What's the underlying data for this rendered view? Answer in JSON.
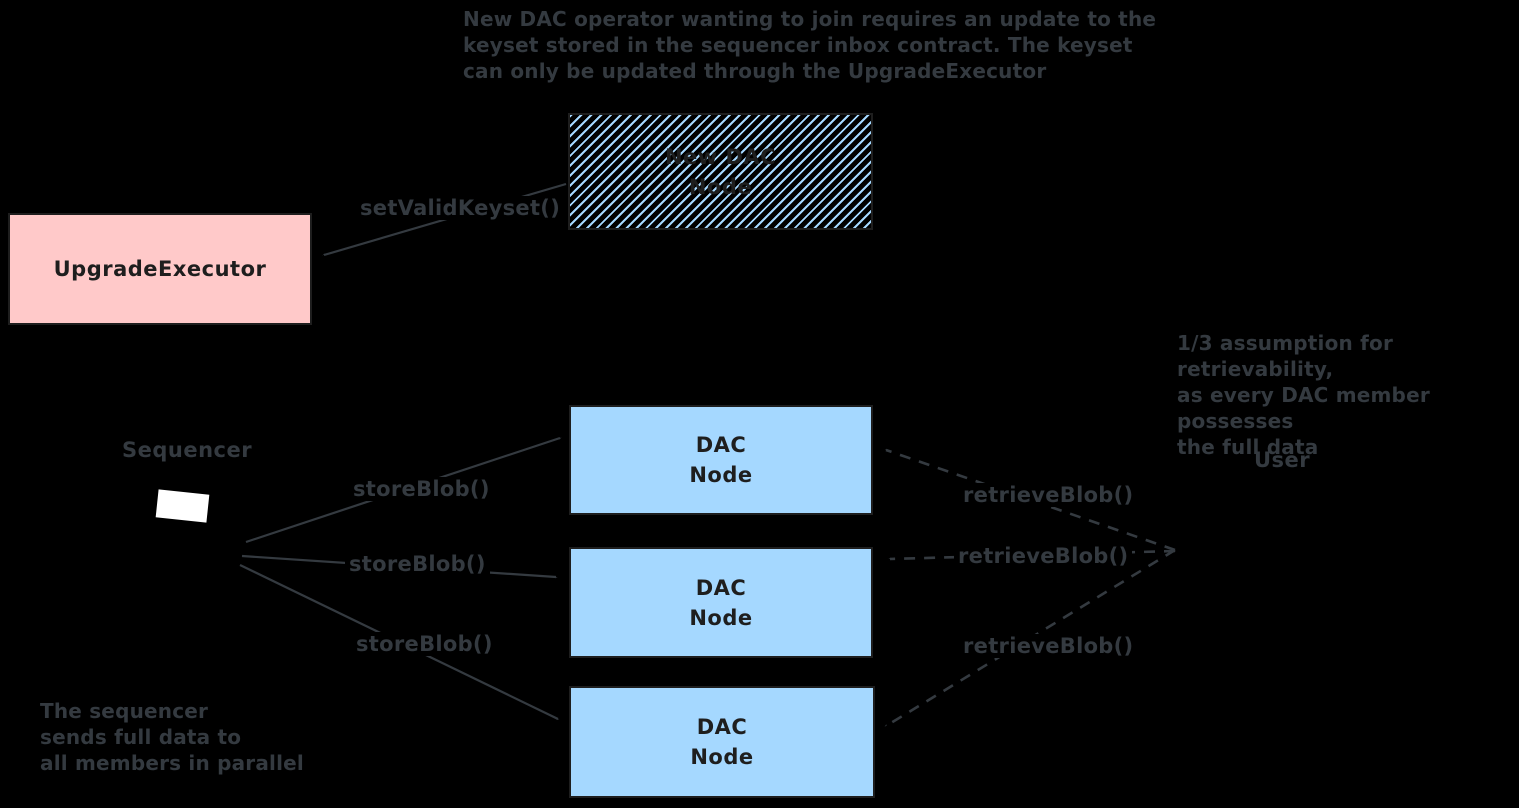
{
  "colors": {
    "background": "#000000",
    "ink": "#343a40",
    "box_stroke": "#1e1e1e",
    "pink_fill": "#ffc9c9",
    "blue_fill": "#a5d8ff",
    "white_fill": "#ffffff"
  },
  "notes": {
    "top": "New DAC operator wanting to join requires an update to the\nkeyset stored in the sequencer inbox contract. The keyset\ncan only be updated through the UpgradeExecutor",
    "assumption": "1/3 assumption for retrievability,\nas every DAC member possesses\nthe full data",
    "sequencer": "The sequencer\nsends full data to\nall members in parallel"
  },
  "nodes": {
    "new_dac_node": {
      "label": "New DAC\nNode"
    },
    "upgrade_executor": {
      "label": "UpgradeExecutor"
    },
    "dac_nodes": [
      {
        "label": "DAC\nNode"
      },
      {
        "label": "DAC\nNode"
      },
      {
        "label": "DAC\nNode"
      }
    ]
  },
  "actors": {
    "sequencer": "Sequencer",
    "user": "User"
  },
  "edge_labels": {
    "set_valid_keyset": "setValidKeyset()",
    "store_blob": [
      "storeBlob()",
      "storeBlob()",
      "storeBlob()"
    ],
    "retrieve_blob": [
      "retrieveBlob()",
      "retrieveBlob()",
      "retrieveBlob()"
    ]
  }
}
